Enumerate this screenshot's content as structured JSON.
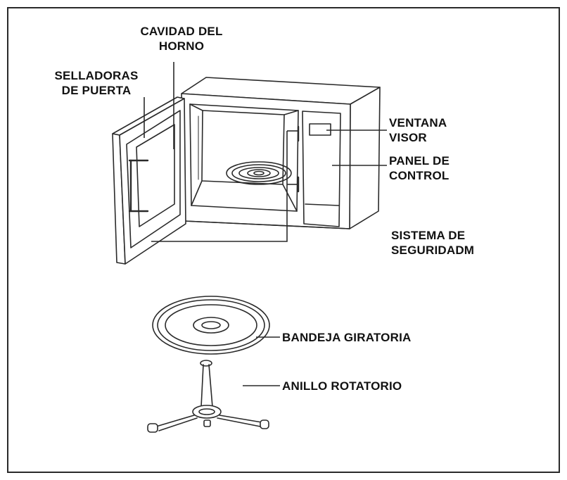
{
  "labels": {
    "cavity_line1": "CAVIDAD DEL",
    "cavity_line2": "HORNO",
    "seals_line1": "SELLADORAS",
    "seals_line2": "DE PUERTA",
    "window_line1": "VENTANA",
    "window_line2": "VISOR",
    "panel_line1": "PANEL DE",
    "panel_line2": "CONTROL",
    "safety_line1": "SISTEMA DE",
    "safety_line2": "SEGURIDADM",
    "tray": "BANDEJA GIRATORIA",
    "ring": "ANILLO ROTATORIO"
  },
  "colors": {
    "stroke": "#2a2a2a",
    "text": "#111111",
    "background": "#ffffff"
  }
}
